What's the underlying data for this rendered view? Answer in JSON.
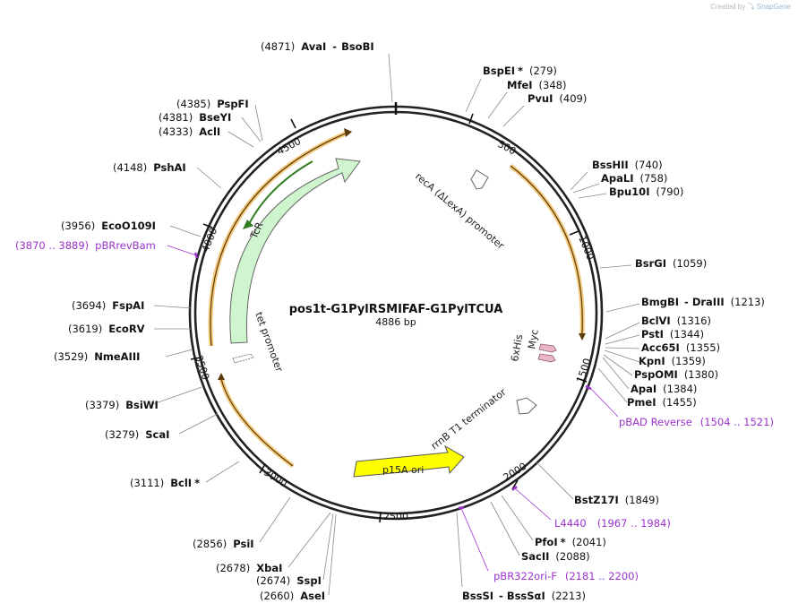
{
  "credit": {
    "text": "Created by",
    "brand": "SnapGene"
  },
  "plasmid": {
    "name": "pos1t-G1PylRSMIFAF-G1PylTCUA",
    "length_label": "4886 bp",
    "length": 4886
  },
  "colors": {
    "backbone": "#222222",
    "primer": "#9b33cc",
    "cds_outline": "#f3c87a",
    "tcr": "#cff5cf",
    "ori": "#ffff00",
    "tag": "#e7b5c4"
  },
  "ticks": [
    "500",
    "1000",
    "1500",
    "2000",
    "2500",
    "3000",
    "3500",
    "4000",
    "4500"
  ],
  "sites": [
    {
      "pos": "(4871)",
      "name": "AvaI",
      "name2": "BsoBI",
      "star": ""
    },
    {
      "pos": "(279)",
      "name": "BspEI",
      "name2": "",
      "star": "*"
    },
    {
      "pos": "(348)",
      "name": "MfeI",
      "name2": "",
      "star": ""
    },
    {
      "pos": "(409)",
      "name": "PvuI",
      "name2": "",
      "star": ""
    },
    {
      "pos": "(740)",
      "name": "BssHII",
      "name2": "",
      "star": ""
    },
    {
      "pos": "(758)",
      "name": "ApaLI",
      "name2": "",
      "star": ""
    },
    {
      "pos": "(790)",
      "name": "Bpu10I",
      "name2": "",
      "star": ""
    },
    {
      "pos": "(1059)",
      "name": "BsrGI",
      "name2": "",
      "star": ""
    },
    {
      "pos": "(1213)",
      "name": "BmgBI",
      "name2": "DraIII",
      "star": ""
    },
    {
      "pos": "(1316)",
      "name": "BclVI",
      "name2": "",
      "star": ""
    },
    {
      "pos": "(1344)",
      "name": "PstI",
      "name2": "",
      "star": ""
    },
    {
      "pos": "(1355)",
      "name": "Acc65I",
      "name2": "",
      "star": ""
    },
    {
      "pos": "(1359)",
      "name": "KpnI",
      "name2": "",
      "star": ""
    },
    {
      "pos": "(1380)",
      "name": "PspOMI",
      "name2": "",
      "star": ""
    },
    {
      "pos": "(1384)",
      "name": "ApaI",
      "name2": "",
      "star": ""
    },
    {
      "pos": "(1455)",
      "name": "PmeI",
      "name2": "",
      "star": ""
    },
    {
      "pos": "(1849)",
      "name": "BstZ17I",
      "name2": "",
      "star": ""
    },
    {
      "pos": "(2041)",
      "name": "PfoI",
      "name2": "",
      "star": "*"
    },
    {
      "pos": "(2088)",
      "name": "SacII",
      "name2": "",
      "star": ""
    },
    {
      "pos": "(2213)",
      "name": "BssSI",
      "name2": "BssSαI",
      "star": ""
    },
    {
      "pos": "(2660)",
      "name": "AseI",
      "name2": "",
      "star": ""
    },
    {
      "pos": "(2674)",
      "name": "SspI",
      "name2": "",
      "star": ""
    },
    {
      "pos": "(2678)",
      "name": "XbaI",
      "name2": "",
      "star": ""
    },
    {
      "pos": "(2856)",
      "name": "PsiI",
      "name2": "",
      "star": ""
    },
    {
      "pos": "(3111)",
      "name": "BclI",
      "name2": "",
      "star": "*"
    },
    {
      "pos": "(3279)",
      "name": "ScaI",
      "name2": "",
      "star": ""
    },
    {
      "pos": "(3379)",
      "name": "BsiWI",
      "name2": "",
      "star": ""
    },
    {
      "pos": "(3529)",
      "name": "NmeAIII",
      "name2": "",
      "star": ""
    },
    {
      "pos": "(3619)",
      "name": "EcoRV",
      "name2": "",
      "star": ""
    },
    {
      "pos": "(3694)",
      "name": "FspAI",
      "name2": "",
      "star": ""
    },
    {
      "pos": "(3956)",
      "name": "EcoO109I",
      "name2": "",
      "star": ""
    },
    {
      "pos": "(4148)",
      "name": "PshAI",
      "name2": "",
      "star": ""
    },
    {
      "pos": "(4333)",
      "name": "AclI",
      "name2": "",
      "star": ""
    },
    {
      "pos": "(4381)",
      "name": "BseYI",
      "name2": "",
      "star": ""
    },
    {
      "pos": "(4385)",
      "name": "PspFI",
      "name2": "",
      "star": ""
    }
  ],
  "primers": [
    {
      "name": "pBAD Reverse",
      "range": "(1504 .. 1521)"
    },
    {
      "name": "L4440",
      "range": "(1967 .. 1984)"
    },
    {
      "name": "pBR322ori-F",
      "range": "(2181 .. 2200)"
    },
    {
      "name": "pBRrevBam",
      "range": "(3870 .. 3889)"
    }
  ],
  "features": {
    "reca": "recA (ΔLexA) promoter",
    "rrnb": "rrnB T1 terminator",
    "ori": "p15A ori",
    "tcr": "TcR",
    "tet": "tet promoter",
    "his": "6xHis",
    "myc": "Myc"
  }
}
